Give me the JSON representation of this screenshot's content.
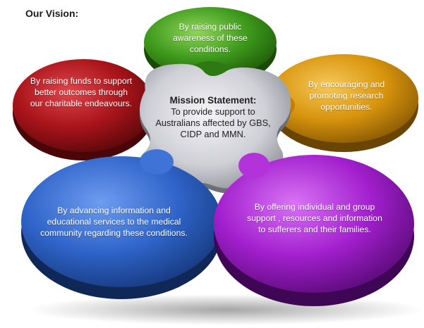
{
  "heading": "Our Vision:",
  "center": {
    "title": "Mission Statement:",
    "body": "To provide support to Australians affected by GBS, CIDP and MMN."
  },
  "petals": {
    "green": {
      "text": "By raising public awareness of these conditions.",
      "color": "#3e9a1c"
    },
    "orange": {
      "text": "By encouraging and promoting research opportunities.",
      "color": "#d8940c"
    },
    "purple": {
      "text": "By offering individual and group support , resources and information to sufferers and their families.",
      "color": "#a21fce"
    },
    "blue": {
      "text": "By advancing information and educational services to the medical community regarding these conditions.",
      "color": "#2f64c9"
    },
    "red": {
      "text": "By raising funds to support better outcomes through our charitable endeavours.",
      "color": "#a8141a"
    }
  },
  "center_color": "#cfcfd6"
}
